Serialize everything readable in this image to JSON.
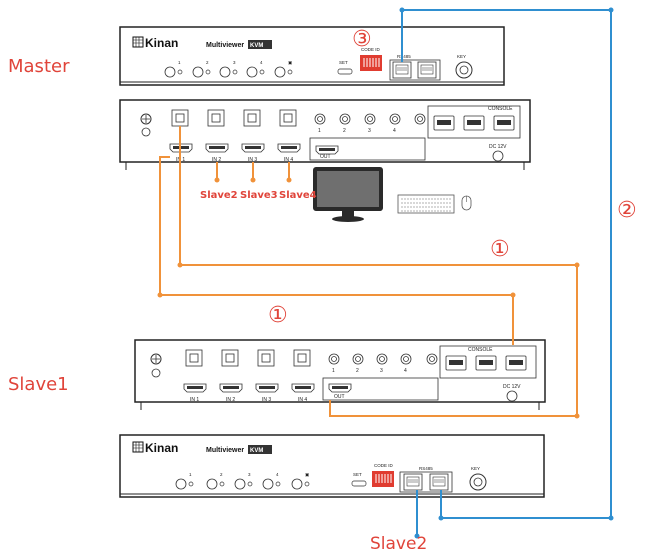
{
  "labels": {
    "master": "Master",
    "slave1": "Slave1",
    "slave2_bottom": "Slave2",
    "slave2_in": "Slave2",
    "slave3_in": "Slave3",
    "slave4_in": "Slave4"
  },
  "markers": {
    "one": "①",
    "two": "②",
    "three": "③"
  },
  "front_panel": {
    "brand": "Kinan",
    "product": "Multiviewer",
    "badge": "KVM",
    "buttons": [
      "1",
      "2",
      "3",
      "4",
      "▣"
    ],
    "set": "SET",
    "code_id": "CODE ID",
    "rs485": "RS485",
    "key": "KEY"
  },
  "rear_panel": {
    "inputs": [
      "IN 1",
      "IN 2",
      "IN 3",
      "IN 4"
    ],
    "out": "OUT",
    "console": "CONSOLE",
    "dc": "DC 12V",
    "audio_nums": [
      "1",
      "2",
      "3",
      "4"
    ]
  },
  "colors": {
    "orange": "#f0923a",
    "blue": "#2f8fd0",
    "red": "#e0443a"
  }
}
